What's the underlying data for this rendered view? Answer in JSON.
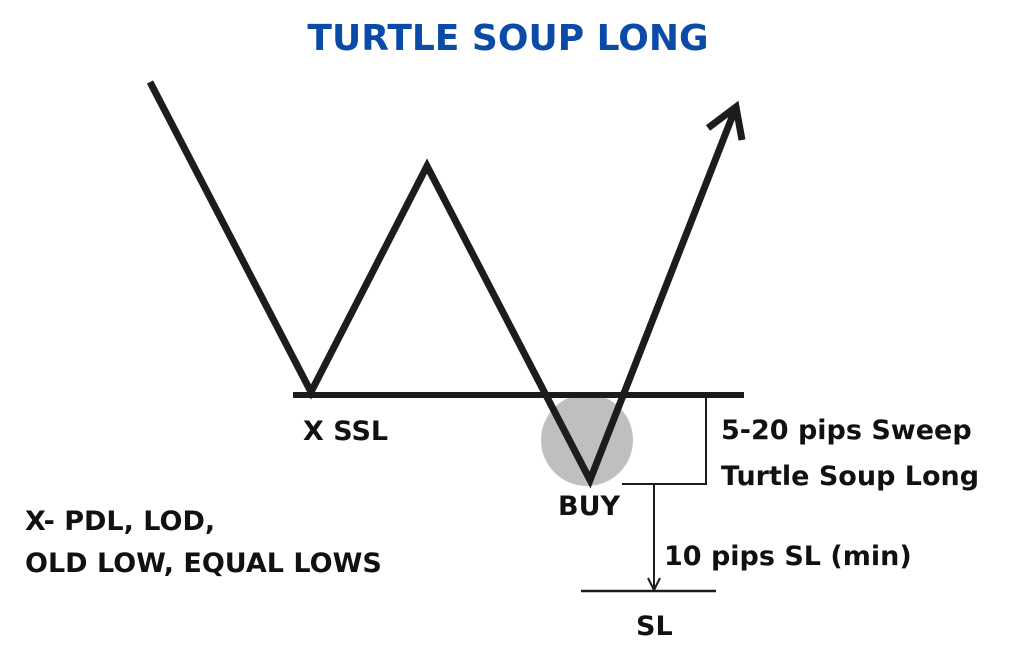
{
  "title": "TURTLE SOUP LONG",
  "labels": {
    "x_ssl": "X SSL",
    "buy": "BUY",
    "sweep_line1": "5-20 pips Sweep",
    "sweep_line2": "Turtle Soup Long",
    "sl_distance": "10 pips SL (min)",
    "sl": "SL",
    "legend_line1": "X- PDL, LOD,",
    "legend_line2": "OLD LOW, EQUAL LOWS"
  },
  "colors": {
    "title": "#0a4aa8",
    "line": "#1c1c1c",
    "buy_marker": "#bfbfbf",
    "text": "#111111"
  }
}
